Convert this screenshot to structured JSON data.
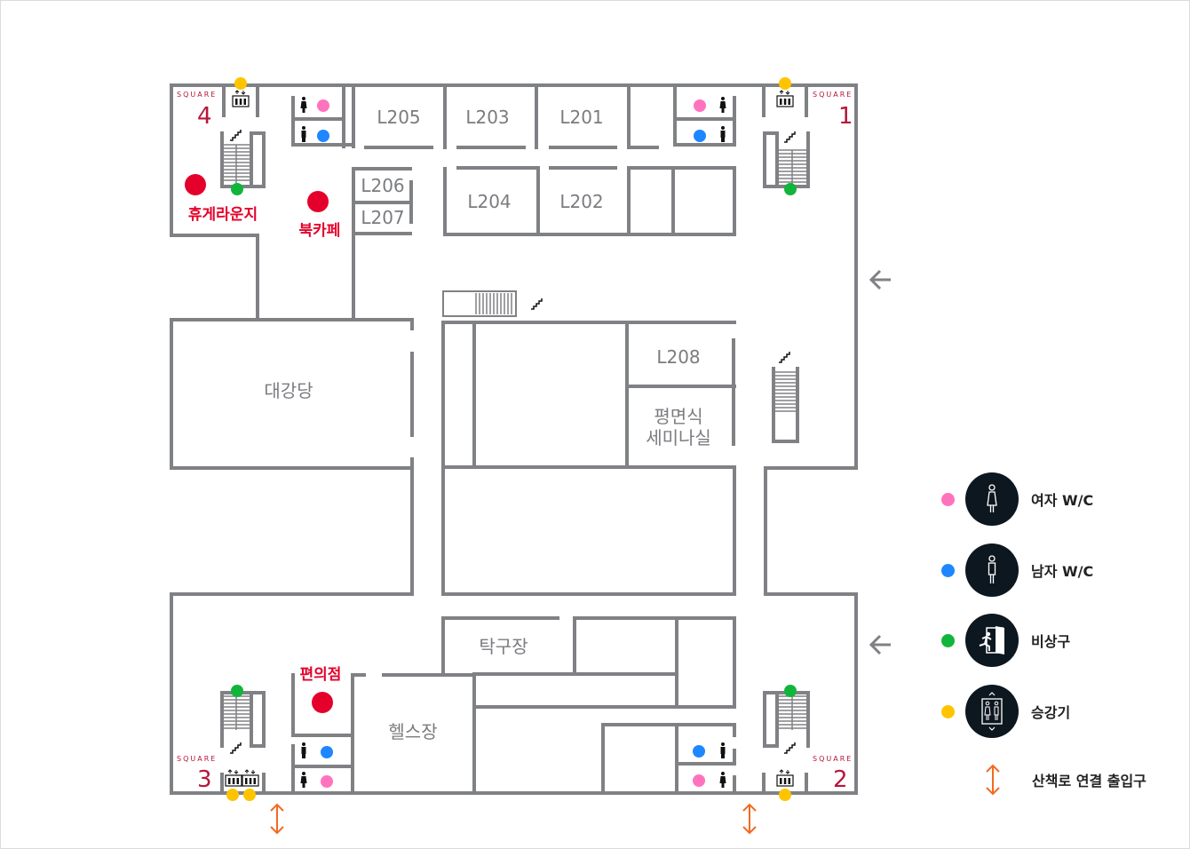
{
  "map": {
    "rooms": {
      "l205": "L205",
      "l203": "L203",
      "l201": "L201",
      "l206": "L206",
      "l207": "L207",
      "l204": "L204",
      "l202": "L202",
      "l208": "L208",
      "seminar_line1": "평면식",
      "seminar_line2": "세미나실",
      "auditorium": "대강당",
      "table_tennis": "탁구장",
      "gym": "헬스장"
    },
    "points_of_interest": {
      "lounge": "휴게라운지",
      "book_cafe": "북카페",
      "convenience_store": "편의점"
    },
    "squares": [
      {
        "label": "SQUARE",
        "number": "1"
      },
      {
        "label": "SQUARE",
        "number": "2"
      },
      {
        "label": "SQUARE",
        "number": "3"
      },
      {
        "label": "SQUARE",
        "number": "4"
      }
    ],
    "entrance_arrows": [
      "arrow-left",
      "arrow-left"
    ],
    "colors": {
      "wall": "#808184",
      "poi_red": "#e4002b",
      "square_red": "#b5173a",
      "women": "#ff73be",
      "men": "#1e87ff",
      "exit": "#12b53c",
      "elevator": "#ffc400",
      "walkway": "#f26a21"
    }
  },
  "legend": {
    "items": [
      {
        "icon": "female-icon",
        "dot_color": "#ff73be",
        "label": "여자 W/C"
      },
      {
        "icon": "male-icon",
        "dot_color": "#1e87ff",
        "label": "남자 W/C"
      },
      {
        "icon": "emergency-exit-icon",
        "dot_color": "#12b53c",
        "label": "비상구"
      },
      {
        "icon": "elevator-icon",
        "dot_color": "#ffc400",
        "label": "승강기"
      }
    ],
    "walkway": {
      "icon": "double-arrow-icon",
      "label": "산책로 연결 출입구"
    }
  }
}
